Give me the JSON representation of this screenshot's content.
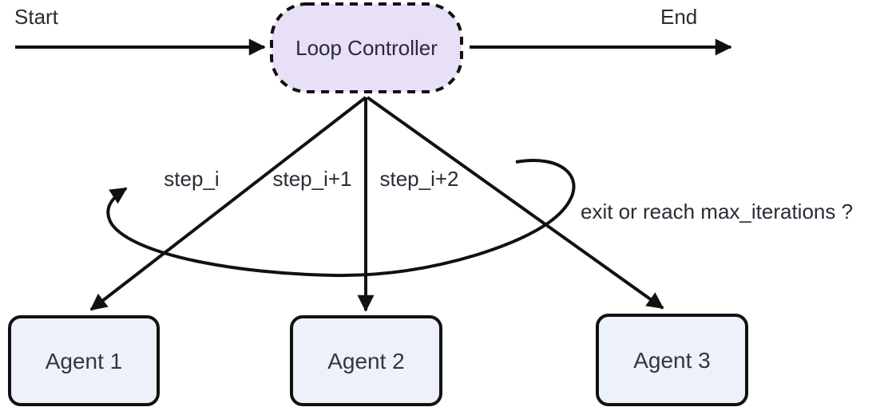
{
  "diagram": {
    "start_label": "Start",
    "end_label": "End",
    "controller_label": "Loop Controller",
    "edge_labels": {
      "step_i": "step_i",
      "step_i1": "step_i+1",
      "step_i2": "step_i+2",
      "exit_condition": "exit or reach max_iterations ?"
    },
    "agents": [
      "Agent 1",
      "Agent 2",
      "Agent 3"
    ],
    "colors": {
      "controller_fill": "#e7e0f6",
      "agent_fill": "#edf1f9",
      "line": "#111111",
      "text": "#2b2b36"
    }
  }
}
